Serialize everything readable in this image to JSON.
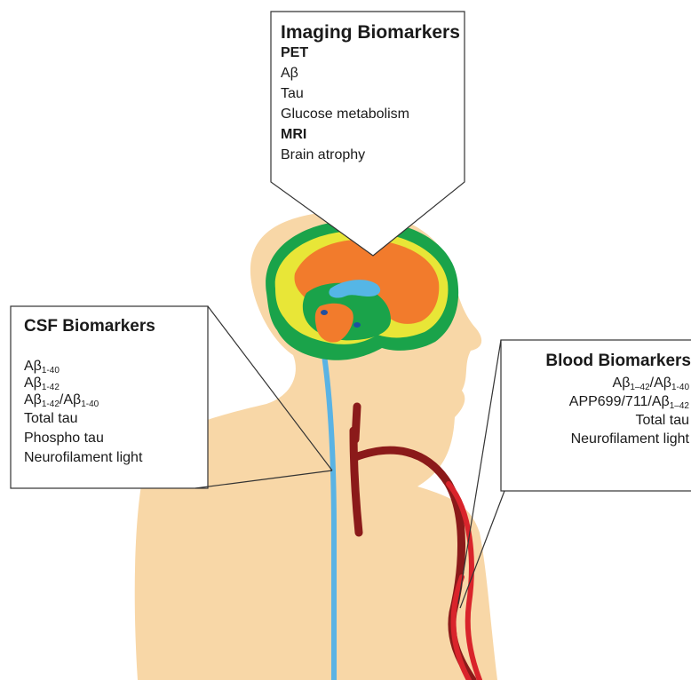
{
  "colors": {
    "skin": "#f8d7a7",
    "csf_canal": "#5ab3e4",
    "artery_dark": "#8b1a1a",
    "artery_light": "#d9242b",
    "brain_outer": "#1aa34a",
    "brain_yellow": "#e8e637",
    "brain_orange": "#f27b2c",
    "ventricle": "#55b6e6",
    "callout_border": "#333333"
  },
  "imaging": {
    "title": "Imaging Biomarkers",
    "pet_heading": "PET",
    "pet_items": [
      "Aβ",
      "Tau",
      "Glucose metabolism"
    ],
    "mri_heading": "MRI",
    "mri_items": [
      "Brain atrophy"
    ]
  },
  "csf": {
    "title": "CSF Biomarkers",
    "items": [
      {
        "text": "Aβ",
        "sub": "1-40"
      },
      {
        "text": "Aβ",
        "sub": "1-42"
      },
      {
        "text": "Aβ",
        "sub": "1-42",
        "text2": "/Aβ",
        "sub2": "1-40"
      },
      {
        "text": "Total tau"
      },
      {
        "text": "Phospho tau"
      },
      {
        "text": "Neurofilament light"
      }
    ]
  },
  "blood": {
    "title": "Blood Biomarkers",
    "items": [
      {
        "text": "Aβ",
        "sub": "1–42",
        "text2": "/Aβ",
        "sub2": "1-40"
      },
      {
        "text": "APP699/711/Aβ",
        "sub": "1–42"
      },
      {
        "text": "Total tau"
      },
      {
        "text": "Neurofilament light"
      }
    ]
  }
}
